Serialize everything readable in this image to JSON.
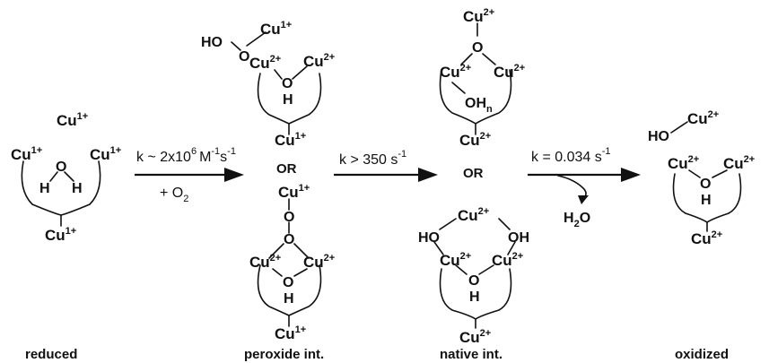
{
  "labels": {
    "cu1": "Cu",
    "cu1_charge": "1+",
    "cu2": "Cu",
    "cu2_charge": "2+",
    "oxygen": "O",
    "hydrogen": "H",
    "hydroxo": "HO",
    "hydroxo_right": "OH",
    "oh_n": "OH",
    "oh_n_sub": "n",
    "or": "OR"
  },
  "species": {
    "reduced": {
      "caption": "reduced"
    },
    "peroxide": {
      "caption": "peroxide int."
    },
    "native": {
      "caption": "native int."
    },
    "oxidized": {
      "caption": "oxidized"
    }
  },
  "steps": {
    "step1": {
      "k_prefix": "k ~ 2x10",
      "k_exp": "6",
      "k_unit1": "M",
      "k_unit1_exp": "-1",
      "k_unit2": "s",
      "k_unit2_exp": "-1",
      "reagent": "+ O",
      "reagent_sub": "2"
    },
    "step2": {
      "k_prefix": "k > 350 s",
      "k_exp": "-1"
    },
    "step3": {
      "k_prefix": "k = 0.034 s",
      "k_exp": "-1",
      "product": "H",
      "product_sub": "2",
      "product_tail": "O"
    }
  }
}
